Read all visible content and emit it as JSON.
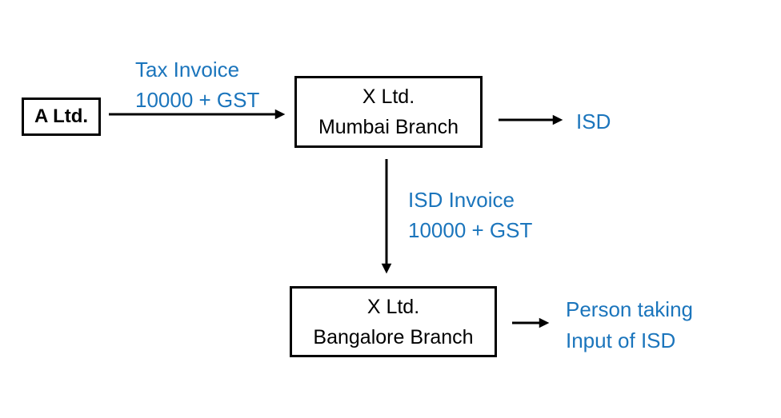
{
  "colors": {
    "label_blue": "#1b75bc",
    "line_black": "#000000",
    "background": "#ffffff"
  },
  "nodes": {
    "a_ltd": {
      "label": "A Ltd."
    },
    "mumbai_branch": {
      "line1": "X Ltd.",
      "line2": "Mumbai Branch"
    },
    "bangalore_branch": {
      "line1": "X Ltd.",
      "line2": "Bangalore Branch"
    }
  },
  "annotations": {
    "tax_invoice": {
      "line1": "Tax Invoice",
      "line2": "10000 + GST"
    },
    "isd": {
      "label": "ISD"
    },
    "isd_invoice": {
      "line1": "ISD Invoice",
      "line2": "10000 + GST"
    },
    "person_taking": {
      "line1": "Person taking",
      "line2": "Input of ISD"
    }
  },
  "edges": [
    {
      "from": "A Ltd.",
      "to": "X Ltd. Mumbai Branch",
      "label": "Tax Invoice 10000 + GST"
    },
    {
      "from": "X Ltd. Mumbai Branch",
      "to": "ISD",
      "label": ""
    },
    {
      "from": "X Ltd. Mumbai Branch",
      "to": "X Ltd. Bangalore Branch",
      "label": "ISD Invoice 10000 + GST"
    },
    {
      "from": "X Ltd. Bangalore Branch",
      "to": "Person taking Input of ISD",
      "label": ""
    }
  ]
}
